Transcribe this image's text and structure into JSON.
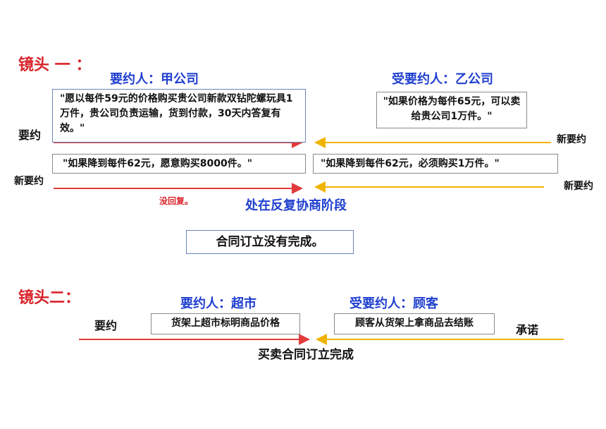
{
  "scene1": {
    "title": "镜头 一 ：",
    "offeror": "要约人：甲公司",
    "offeree": "受要约人：乙公司",
    "offer_text": "\"愿以每件59元的价格购买贵公司新款双钻陀螺玩具1万件，贵公司负责运输，货到付款，30天内答复有效。\"",
    "reply_text": "\"如果价格为每件65元，可以卖给贵公司1万件。\"",
    "label_offer": "要约",
    "label_counter_right_1": "新要约",
    "counter_left_text": "\"如果降到每件62元，愿意购买8000件。\"",
    "counter_right_text": "\"如果降到每件62元，必须购买1万件。\"",
    "label_counter_left": "新要约",
    "label_counter_right_2": "新要约",
    "no_reply": "没回复。",
    "stage": "处在反复协商阶段",
    "result": "合同订立没有完成。"
  },
  "scene2": {
    "title": "镜头二：",
    "offeror": "要约人：超市",
    "offeree": "受要约人：顾客",
    "label_offer": "要约",
    "offer_text": "货架上超市标明商品价格",
    "accept_text": "顾客从货架上拿商品去结账",
    "label_accept": "承诺",
    "result": "买卖合同订立完成"
  },
  "colors": {
    "red_arrow": "#e23b3b",
    "yellow_arrow": "#f0b400",
    "blue_text": "#1f3fcf",
    "red_text": "#d8232a"
  }
}
